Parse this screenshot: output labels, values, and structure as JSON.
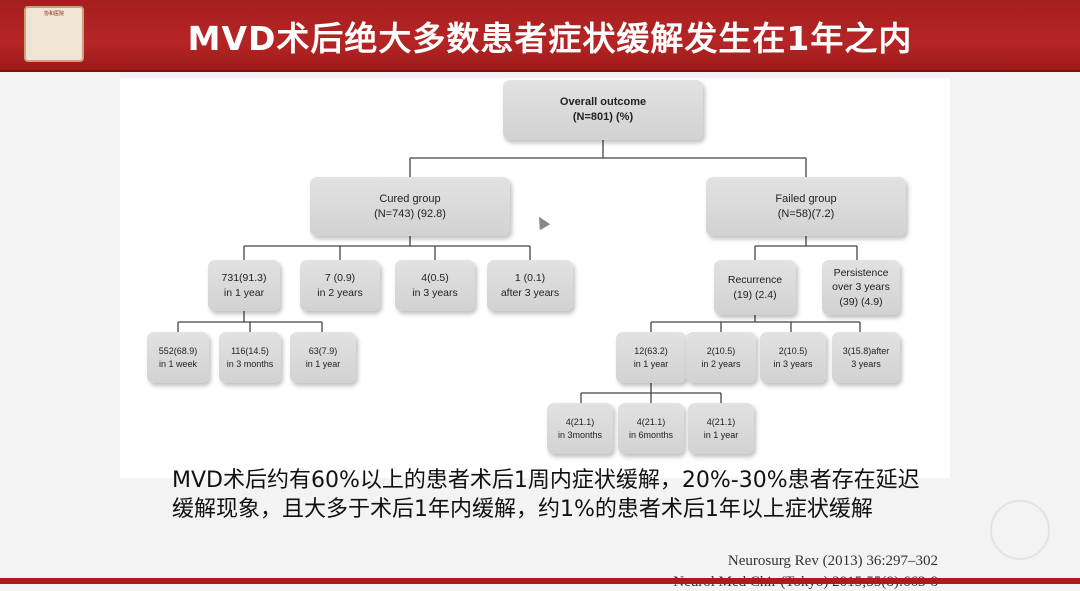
{
  "header": {
    "title": "MVD术后绝大多数患者症状缓解发生在1年之内",
    "logo_text": "协和医院",
    "page_label": ""
  },
  "diagram": {
    "root": {
      "line1": "Overall outcome",
      "line2": "(N=801) (%)"
    },
    "cured": {
      "line1": "Cured group",
      "line2": "(N=743) (92.8)"
    },
    "failed": {
      "line1": "Failed group",
      "line2": "(N=58)(7.2)"
    },
    "cured_children": [
      {
        "line1": "731(91.3)",
        "line2": "in 1 year"
      },
      {
        "line1": "7 (0.9)",
        "line2": "in 2 years"
      },
      {
        "line1": "4(0.5)",
        "line2": "in 3 years"
      },
      {
        "line1": "1 (0.1)",
        "line2": "after 3 years"
      }
    ],
    "cured_year1_children": [
      {
        "line1": "552(68.9)",
        "line2": "in 1 week"
      },
      {
        "line1": "116(14.5)",
        "line2": "in 3 months"
      },
      {
        "line1": "63(7.9)",
        "line2": "in 1 year"
      }
    ],
    "recurrence": {
      "line1": "Recurrence",
      "line2": "(19) (2.4)"
    },
    "persistence": {
      "line1": "Persistence",
      "line2": "over 3 years",
      "line3": "(39) (4.9)"
    },
    "recurrence_children": [
      {
        "line1": "12(63.2)",
        "line2": "in 1 year"
      },
      {
        "line1": "2(10.5)",
        "line2": "in 2 years"
      },
      {
        "line1": "2(10.5)",
        "line2": "in 3 years"
      },
      {
        "line1": "3(15.8)after",
        "line2": "3 years"
      }
    ],
    "recurrence_year1_children": [
      {
        "line1": "4(21.1)",
        "line2": "in 3months"
      },
      {
        "line1": "4(21.1)",
        "line2": "in 6months"
      },
      {
        "line1": "4(21.1)",
        "line2": "in 1 year"
      }
    ]
  },
  "caption": "MVD术后约有60%以上的患者术后1周内症状缓解，20%-30%患者存在延迟缓解现象，且大多于术后1年内缓解，约1%的患者术后1年以上症状缓解",
  "references": [
    "Neurosurg Rev (2013) 36:297–302",
    "Neurol Med Chir (Tokyo) 2015;55(8):663-8"
  ],
  "colors": {
    "header": "#a51e1e",
    "node": "#d8d8d8",
    "line": "#444444"
  }
}
